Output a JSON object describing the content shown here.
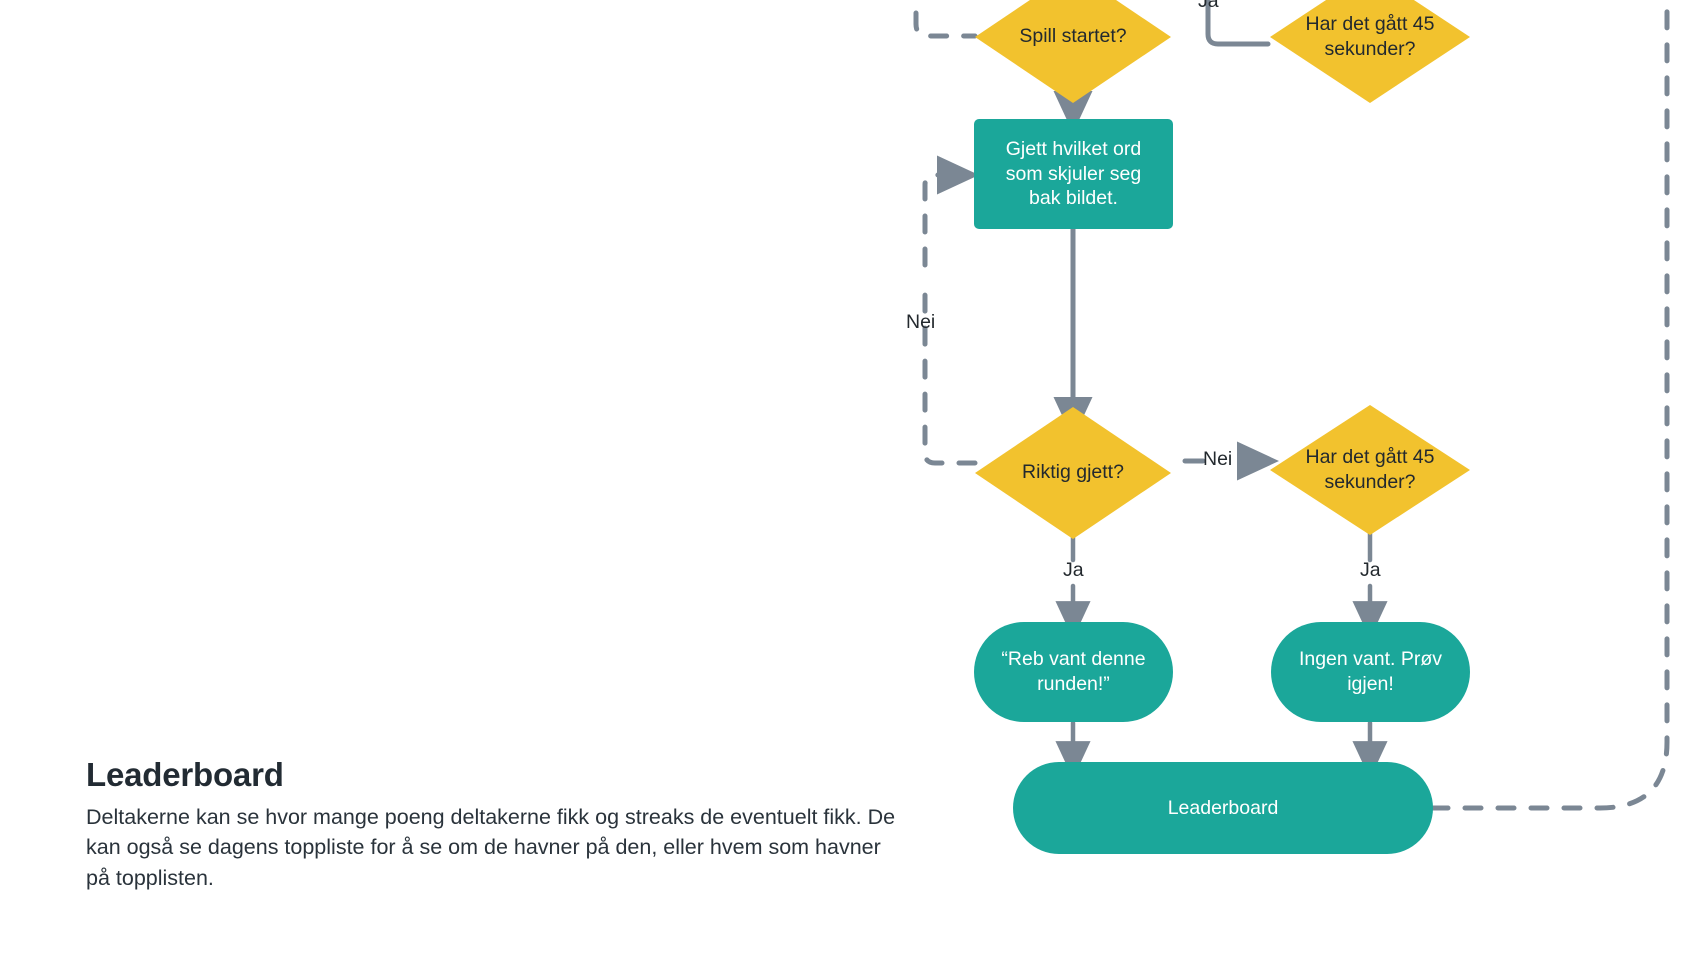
{
  "colors": {
    "teal": "#1ba79a",
    "yellow": "#f2c22e",
    "connector": "#7b8794",
    "heading": "#222b33",
    "body": "#2a333b",
    "page_background": "#ffffff"
  },
  "section": {
    "title": "Leaderboard",
    "body": "Deltakerne kan se hvor mange poeng deltakerne fikk og streaks de eventuelt fikk. De kan også se dagens toppliste for å se om de havner på den, eller hvem som havner på topplisten."
  },
  "flowchart": {
    "type": "flowchart",
    "nodes": [
      {
        "id": "spill-startet",
        "label": "Spill startet?",
        "shape": "diamond"
      },
      {
        "id": "timer-top",
        "label": "Har det gått 45 sekunder?",
        "shape": "diamond"
      },
      {
        "id": "gjett-ord",
        "label": "Gjett hvilket ord som skjuler seg bak bildet.",
        "shape": "rect"
      },
      {
        "id": "riktig-gjett",
        "label": "Riktig gjett?",
        "shape": "diamond"
      },
      {
        "id": "timer-bottom",
        "label": "Har det gått 45 sekunder?",
        "shape": "diamond"
      },
      {
        "id": "reb-vant",
        "label": "“Reb vant denne runden!”",
        "shape": "pill"
      },
      {
        "id": "ingen-vant",
        "label": "Ingen vant. Prøv igjen!",
        "shape": "pill"
      },
      {
        "id": "leaderboard-node",
        "label": "Leaderboard",
        "shape": "pill"
      }
    ],
    "edges": [
      {
        "from": "spill-startet",
        "to": "timer-top",
        "label": "Ja",
        "style": "solid"
      },
      {
        "from": "spill-startet",
        "to": "gjett-ord",
        "label": "",
        "style": "solid"
      },
      {
        "from": "gjett-ord",
        "to": "riktig-gjett",
        "label": "",
        "style": "solid"
      },
      {
        "from": "riktig-gjett",
        "to": "timer-bottom",
        "label": "Nei",
        "style": "solid"
      },
      {
        "from": "riktig-gjett",
        "to": "reb-vant",
        "label": "Ja",
        "style": "solid"
      },
      {
        "from": "timer-bottom",
        "to": "ingen-vant",
        "label": "Ja",
        "style": "solid"
      },
      {
        "from": "riktig-gjett",
        "to": "gjett-ord",
        "label": "Nei",
        "style": "dashed"
      },
      {
        "from": "reb-vant",
        "to": "leaderboard-node",
        "label": "",
        "style": "solid"
      },
      {
        "from": "ingen-vant",
        "to": "leaderboard-node",
        "label": "",
        "style": "solid"
      },
      {
        "from": "leaderboard-node",
        "to": "spill-startet",
        "label": "",
        "style": "dashed"
      }
    ],
    "edge_labels": {
      "ja_top": "Ja",
      "nei_loop": "Nei",
      "nei_right": "Nei",
      "ja_left": "Ja",
      "ja_right": "Ja"
    }
  }
}
